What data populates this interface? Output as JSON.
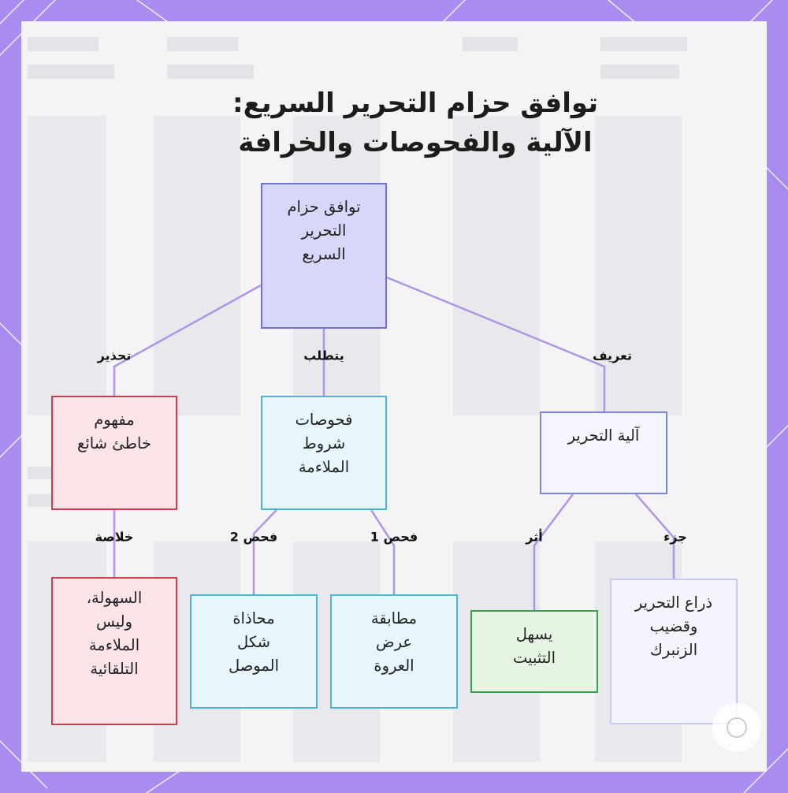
{
  "title": {
    "line1": "توافق حزام التحرير السريع:",
    "line2": "الآلية والفحوصات والخرافة"
  },
  "nodes": {
    "root": [
      "توافق حزام",
      "التحرير",
      "السريع"
    ],
    "mechanism": [
      "آلية التحرير"
    ],
    "checks": [
      "فحوصات",
      "شروط",
      "الملاءمة"
    ],
    "misconception": [
      "مفهوم",
      "خاطئ شائع"
    ],
    "lever_pins": [
      "ذراع التحرير",
      "وقضيب",
      "الزنبرك"
    ],
    "easy_install": [
      "يسهل",
      "التثبيت"
    ],
    "lug_width": [
      "مطابقة",
      "عرض",
      "العروة"
    ],
    "connector_shape": [
      "محاذاة",
      "شكل",
      "الموصل"
    ],
    "ease_not_fit": [
      "السهولة،",
      "وليس",
      "الملاءمة",
      "التلقائية"
    ]
  },
  "edge_labels": {
    "definition": "تعريف",
    "requires": "يتطلب",
    "warning": "تحذير",
    "part": "جزء",
    "effect": "أثر",
    "check1": "فحص 1",
    "check2": "فحص 2",
    "conclusion": "خلاصة"
  },
  "colors": {
    "frame": "#a98cf0",
    "edge": "#b194e6",
    "root_fill": "#d7d7f9",
    "root_border": "#7272d4",
    "mechanism_fill": "#f5f5fd",
    "mechanism_border": "#7d86d4",
    "checks_fill": "#e6f6fb",
    "checks_border": "#48b6d4",
    "misconception_fill": "#fbe4e8",
    "misconception_border": "#d23b4e",
    "lever_fill": "#f3f4fc",
    "lever_border": "#c5cbef",
    "easy_fill": "#e7f5e4",
    "easy_border": "#36a04a",
    "cyan_fill": "#e6f6fb",
    "cyan_border": "#48b6d4"
  }
}
